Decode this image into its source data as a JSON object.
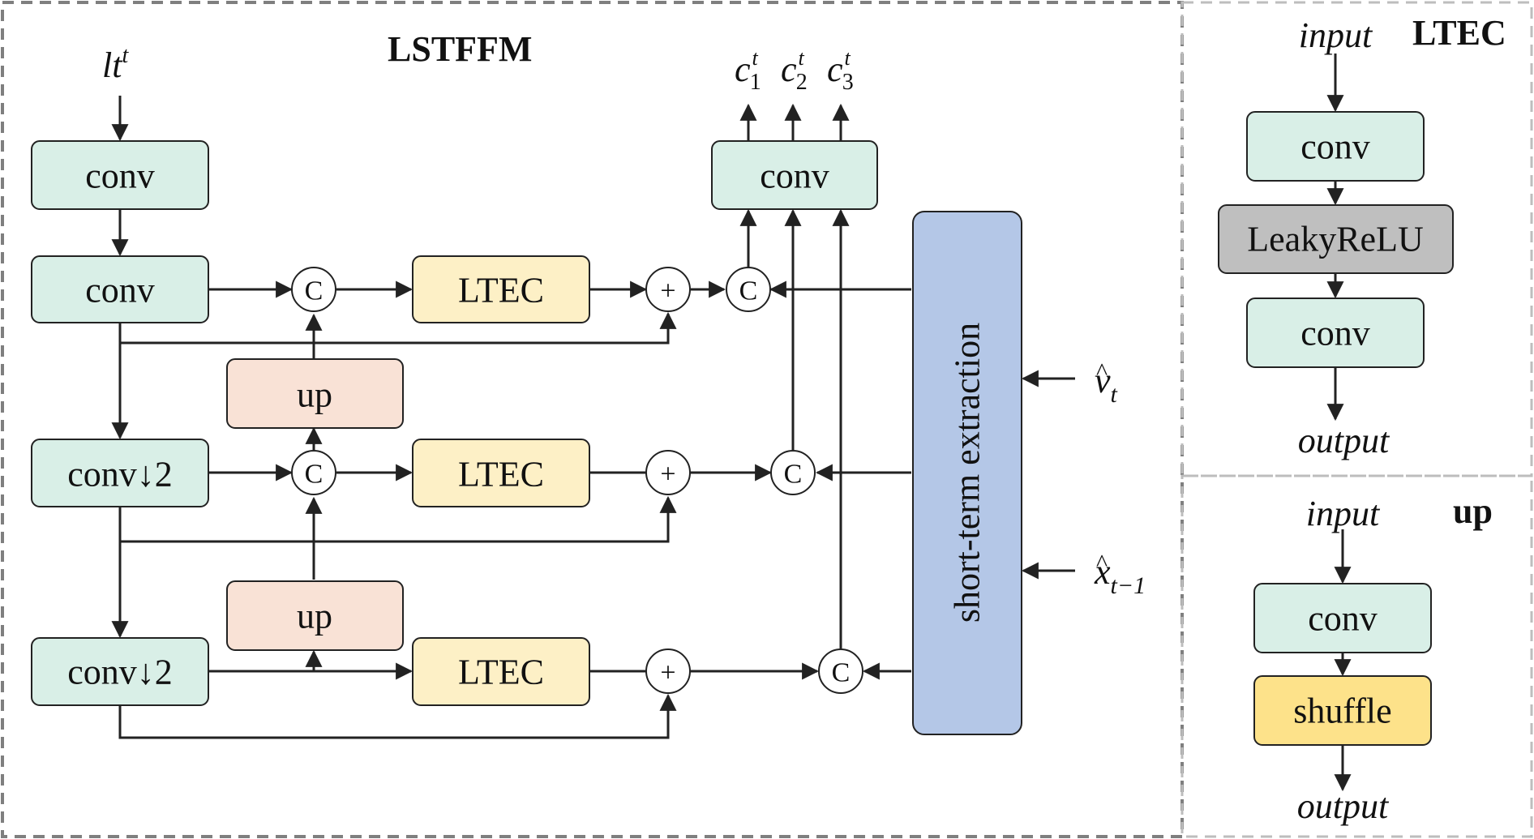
{
  "panels": {
    "main_title": "LSTFFM",
    "ltec_title": "LTEC",
    "up_title": "up"
  },
  "main": {
    "input_base": "lt",
    "input_sup": "t",
    "outputs": [
      {
        "base": "c",
        "sub": "1",
        "sup": "t"
      },
      {
        "base": "c",
        "sub": "2",
        "sup": "t"
      },
      {
        "base": "c",
        "sub": "3",
        "sup": "t"
      }
    ],
    "conv_top": "conv",
    "conv_level1": "conv",
    "conv_level2": "conv↓2",
    "conv_level3": "conv↓2",
    "conv_output": "conv",
    "ltec_1": "LTEC",
    "ltec_2": "LTEC",
    "ltec_3": "LTEC",
    "up_1": "up",
    "up_2": "up",
    "concat_symbol": "C",
    "add_symbol": "+",
    "short_term": "short-term extraction",
    "input_v": {
      "base": "v",
      "accent": "^",
      "sub": "t"
    },
    "input_x": {
      "base": "x",
      "accent": "^",
      "sub": "t−1"
    }
  },
  "ltec_panel": {
    "input": "input",
    "conv1": "conv",
    "act": "LeakyReLU",
    "conv2": "conv",
    "output": "output"
  },
  "up_panel": {
    "input": "input",
    "conv": "conv",
    "shuffle": "shuffle",
    "output": "output"
  },
  "colors": {
    "conv": "#d9efe7",
    "ltec": "#fdf0c6",
    "up": "#f9e2d6",
    "short_term": "#b4c7e7",
    "leakyrelu": "#bfbfbf",
    "shuffle": "#fde28a",
    "stroke": "#222222",
    "dash": "#7f7f7f"
  }
}
